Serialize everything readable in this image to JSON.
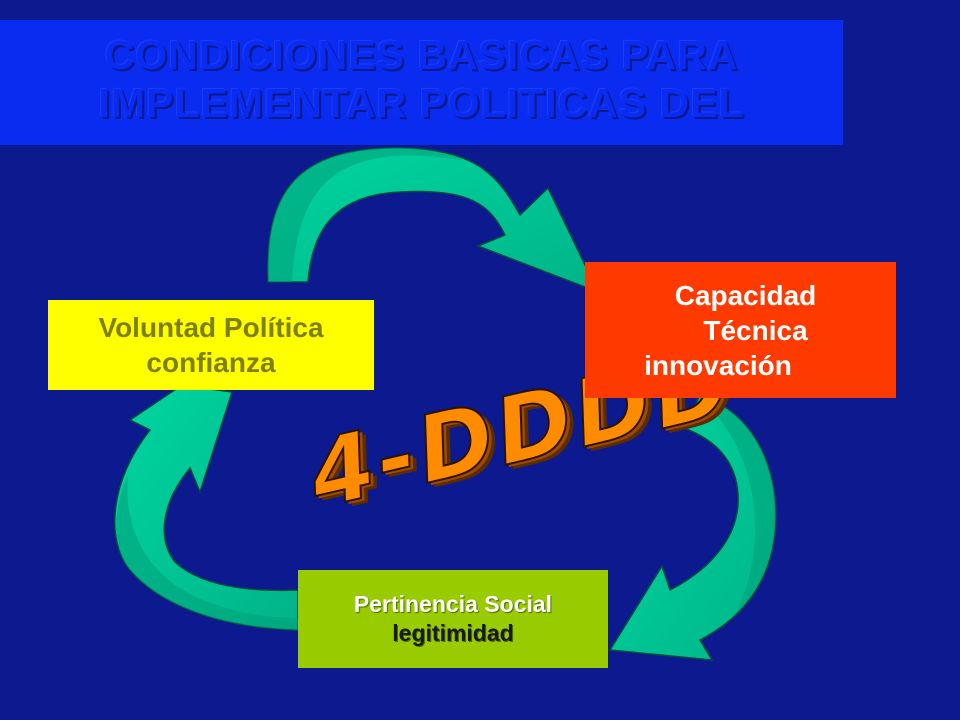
{
  "title": {
    "line1": "CONDICIONES BASICAS PARA",
    "line2": "IMPLEMENTAR POLITICAS DEL"
  },
  "boxes": {
    "voluntad": {
      "line1": "Voluntad Política",
      "line2": "confianza"
    },
    "capacidad": {
      "line1": "Capacidad",
      "line2": "Técnica",
      "line3": "innovación"
    },
    "pertinencia": {
      "line1": "Pertinencia Social",
      "line2": "legitimidad"
    }
  },
  "wordart": "4-DDDD",
  "colors": {
    "background": "#0d1a8f",
    "title_bar": "#0a2bf0",
    "arrow": "#00cc99",
    "voluntad_box": "#ffff00",
    "capacidad_box": "#ff3a00",
    "pertinencia_box": "#99cc00",
    "wordart_fill": "#ff8c00"
  },
  "icons": [
    "curved-arrow-icon",
    "curved-arrow-icon",
    "curved-arrow-icon"
  ]
}
